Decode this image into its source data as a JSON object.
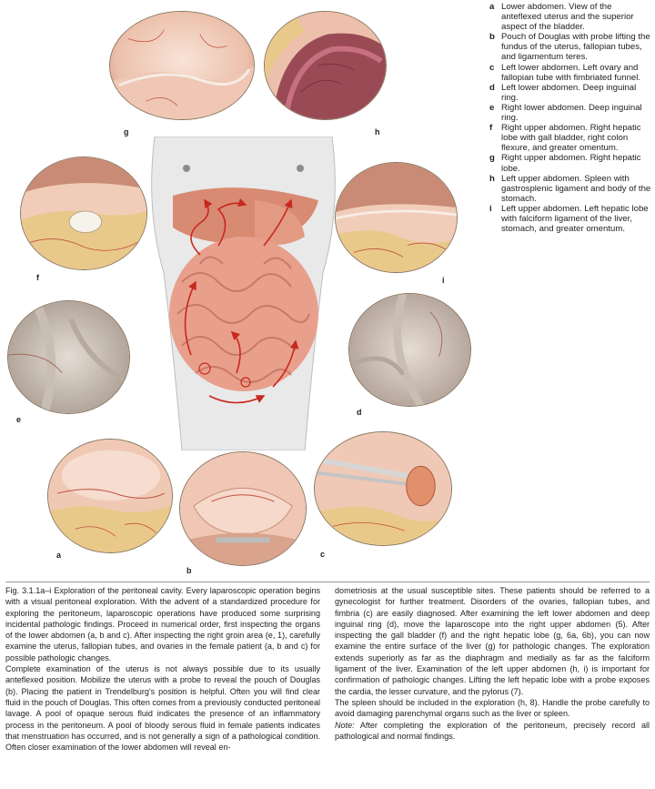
{
  "figure": {
    "labels": {
      "a": "a",
      "b": "b",
      "c": "c",
      "d": "d",
      "e": "e",
      "f": "f",
      "g": "g",
      "h": "h",
      "i": "i"
    }
  },
  "legend": {
    "items": [
      {
        "letter": "a",
        "text": "Lower abdomen. View of the anteflexed uterus and the superior aspect of the bladder."
      },
      {
        "letter": "b",
        "text": "Pouch of Douglas with probe lifting the fundus of the uterus, fallopian tubes, and ligamentum teres."
      },
      {
        "letter": "c",
        "text": "Left lower abdomen. Left ovary and fallopian tube with fimbriated funnel."
      },
      {
        "letter": "d",
        "text": "Left lower abdomen. Deep inguinal ring."
      },
      {
        "letter": "e",
        "text": "Right lower abdomen. Deep inguinal ring."
      },
      {
        "letter": "f",
        "text": "Right upper abdomen. Right hepatic lobe with gall bladder, right colon flexure, and greater omentum."
      },
      {
        "letter": "g",
        "text": "Right upper abdomen. Right hepatic lobe."
      },
      {
        "letter": "h",
        "text": "Left upper abdomen. Spleen with gastrosplenic ligament and body of the stomach."
      },
      {
        "letter": "i",
        "text": "Left upper abdomen. Left hepatic lobe with falciform ligament of the liver, stomach, and greater omentum."
      }
    ]
  },
  "caption": {
    "left": {
      "fig_id": "Fig. 3.1.1a–i",
      "p1_title": "Exploration of the peritoneal cavity.",
      "p1_rest": "Every laparoscopic operation begins with a visual peritoneal exploration. With the advent of a standardized procedure for exploring the peritoneum, laparoscopic operations have produced some surprising incidental pathologic findings. Proceed in numerical order, first inspecting the organs of the lower abdomen (a, b and c). After inspecting the right groin area (e, 1), carefully examine the uterus, fallopian tubes, and ovaries in the female patient (a, b and c) for possible pathologic changes.",
      "p2": "Complete examination of the uterus is not always possible due to its usually anteflexed position. Mobilize the uterus with a probe to reveal the pouch of Douglas (b). Placing the patient in Trendelburg's position is helpful. Often you will find clear fluid in the pouch of Douglas. This often comes from a previously conducted peritoneal lavage. A pool of opaque serous fluid indicates the presence of an inflammatory process in the peritoneum. A pool of bloody serous fluid in female patients indicates that menstruation has occurred, and is not generally a sign of a pathological condition. Often closer examination of the lower abdomen will reveal en-"
    },
    "right": {
      "p1": "dometriosis at the usual susceptible sites. These patients should be referred to a gynecologist for further treatment. Disorders of the ovaries, fallopian tubes, and fimbria (c) are easily diagnosed. After examining the left lower abdomen and deep inguinal ring (d), move the laparoscope into the right upper abdomen (5). After inspecting the gall bladder (f) and the right hepatic lobe (g, 6a, 6b), you can now examine the entire surface of the liver (g) for pathologic changes. The exploration extends superiorly as far as the diaphragm and medially as far as the falciform ligament of the liver. Examination of the left upper abdomen (h, i) is important for confirmation of pathologic changes. Lifting the left hepatic lobe with a probe exposes the cardia, the lesser curvature, and the pylorus (7).",
      "p2": "The spleen should be included in the exploration (h, 8). Handle the probe carefully to avoid damaging parenchymal organs such as the liver or spleen.",
      "note_label": "Note:",
      "note_text": "After completing the exploration of the peritoneum, precisely record all pathological and normal findings."
    }
  },
  "colors": {
    "tissue_light": "#f3d3c2",
    "tissue_mid": "#e6b29b",
    "tissue_dark": "#c98b75",
    "fat_yellow": "#e9c98a",
    "vessel_red": "#c2503d",
    "arrow_red": "#c8281e",
    "intestine": "#e8a08c",
    "torso_skin": "#e9e9ea"
  }
}
